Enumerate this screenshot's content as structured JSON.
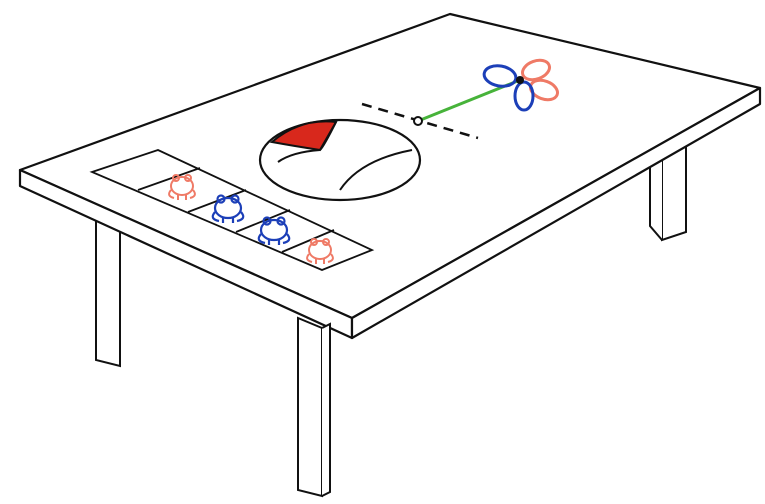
{
  "scene": {
    "description_visible_text": "",
    "colors": {
      "outline": "#111111",
      "table_fill": "#ffffff",
      "red": "#e24a2e",
      "red_soft": "#ef8a78",
      "blue": "#1c3fb8",
      "green": "#47b33a"
    },
    "cards": [
      {
        "content": "empty"
      },
      {
        "content": "frog",
        "color": "red"
      },
      {
        "content": "frog",
        "color": "blue"
      },
      {
        "content": "frog",
        "color": "blue"
      },
      {
        "content": "frog",
        "color": "red"
      }
    ],
    "spinner": {
      "center_petals": [
        {
          "color": "red"
        },
        {
          "color": "blue"
        },
        {
          "color": "red"
        },
        {
          "color": "blue"
        }
      ],
      "stem_color": "green"
    },
    "oval_segments": [
      {
        "color": "red",
        "filled": true
      },
      {
        "color": "white",
        "filled": false
      },
      {
        "color": "white",
        "filled": false
      }
    ]
  }
}
